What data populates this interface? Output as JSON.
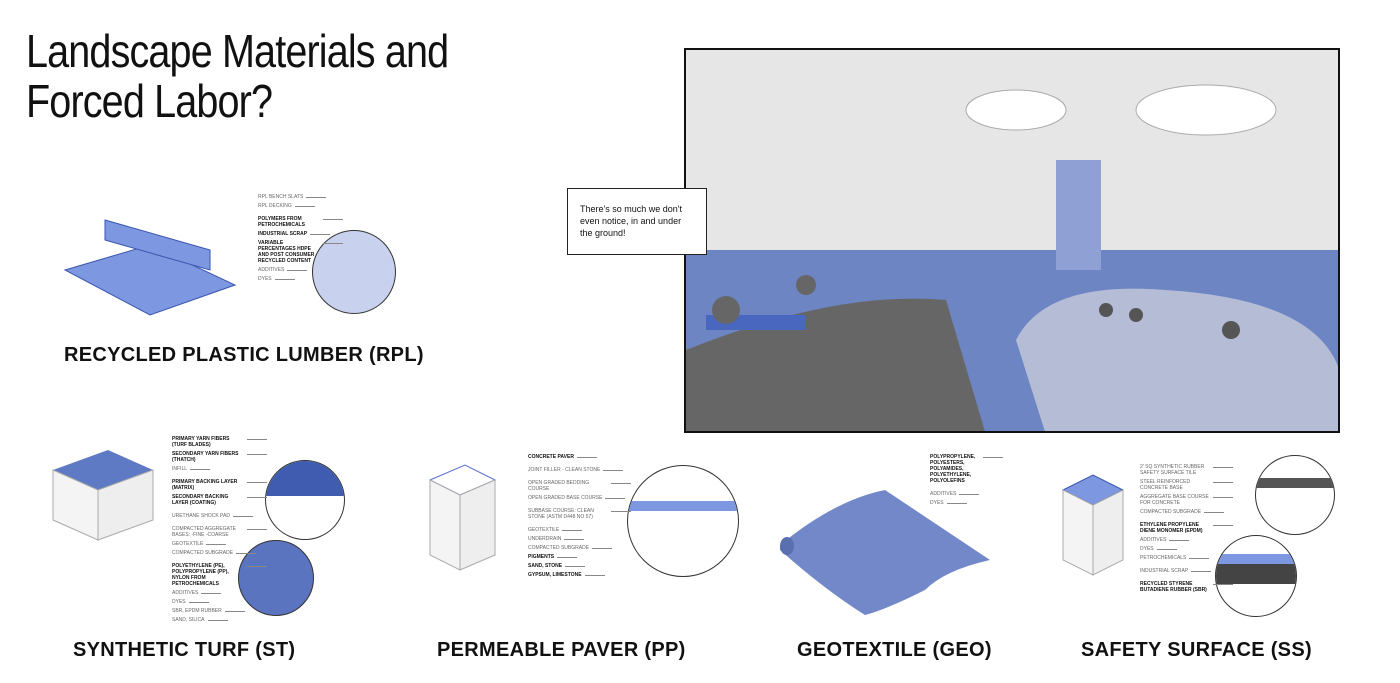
{
  "title": {
    "line1": "Landscape Materials and",
    "line2": "Forced Labor?"
  },
  "scene": {
    "speech": "There's so much we don't even notice, in and under the ground!"
  },
  "colors": {
    "accent": "#6b85c9",
    "ground": "#6d85c2",
    "sky": "#e6e6e6"
  },
  "sections": {
    "rpl": {
      "title": "RECYCLED PLASTIC LUMBER (RPL)",
      "labels": [
        "RPL BENCH SLATS",
        "RPL DECKING"
      ],
      "materials": [
        "POLYMERS FROM PETROCHEMICALS",
        "INDUSTRIAL SCRAP",
        "VARIABLE PERCENTAGES HDPE AND POST CONSUMER RECYCLED CONTENT",
        "ADDITIVES",
        "DYES"
      ]
    },
    "st": {
      "title": "SYNTHETIC TURF (ST)",
      "labels": [
        "PRIMARY YARN FIBERS (TURF BLADES)",
        "SECONDARY YARN FIBERS (THATCH)",
        "INFILL",
        "PRIMARY BACKING LAYER (MATRIX)",
        "SECONDARY BACKING LAYER (COATING)",
        "URETHANE SHOCK PAD",
        "COMPACTED AGGREGATE BASES: -FINE -COARSE",
        "GEOTEXTILE",
        "COMPACTED SUBGRADE"
      ],
      "materials": [
        "POLYETHYLENE (PE), POLYPROPYLENE (PP), NYLON FROM PETROCHEMICALS",
        "ADDITIVES",
        "DYES",
        "SBR, EPDM RUBBER",
        "SAND, SILICA"
      ]
    },
    "pp": {
      "title": "PERMEABLE PAVER (PP)",
      "labels": [
        "CONCRETE PAVER",
        "JOINT FILLER - CLEAN STONE",
        "OPEN GRADED BEDDING COURSE",
        "OPEN GRADED BASE COURSE",
        "SUBBASE COURSE: CLEAN STONE (ASTM D448 NO 57)",
        "GEOTEXTILE",
        "UNDERDRAIN",
        "COMPACTED SUBGRADE"
      ],
      "materials": [
        "PIGMENTS",
        "SAND, STONE",
        "GYPSUM, LIMESTONE"
      ]
    },
    "geo": {
      "title": "GEOTEXTILE (GEO)",
      "materials": [
        "POLYPROPYLENE, POLYESTERS, POLYAMIDES, POLYETHYLENE, POLYOLEFINS",
        "ADDITIVES",
        "DYES"
      ]
    },
    "ss": {
      "title": "SAFETY SURFACE (SS)",
      "labels": [
        "2' SQ SYNTHETIC RUBBER SAFETY SURFACE TILE",
        "STEEL REINFORCED CONCRETE BASE",
        "AGGREGATE BASE COURSE FOR CONCRETE",
        "COMPACTED SUBGRADE"
      ],
      "materials": [
        "ETHYLENE PROPYLENE DIENE MONOMER (EPDM)",
        "ADDITIVES",
        "DYES",
        "PETROCHEMICALS",
        "INDUSTRIAL SCRAP",
        "RECYCLED STYRENE BUTADIENE RUBBER (SBR)"
      ]
    }
  }
}
